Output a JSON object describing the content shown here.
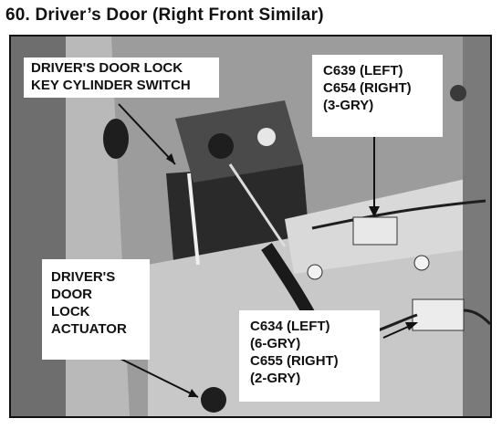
{
  "heading": "60.  Driver’s Door (Right Front Similar)",
  "callouts": {
    "lock_switch": [
      "DRIVER'S DOOR LOCK",
      "KEY CYLINDER SWITCH"
    ],
    "upper_connector": [
      "C639  (LEFT)",
      "C654  (RIGHT)",
      "(3-GRY)"
    ],
    "actuator": [
      "DRIVER'S",
      "DOOR",
      "LOCK",
      "ACTUATOR"
    ],
    "lower_connector": [
      "C634  (LEFT)",
      "(6-GRY)",
      "C655  (RIGHT)",
      "(2-GRY)"
    ]
  }
}
